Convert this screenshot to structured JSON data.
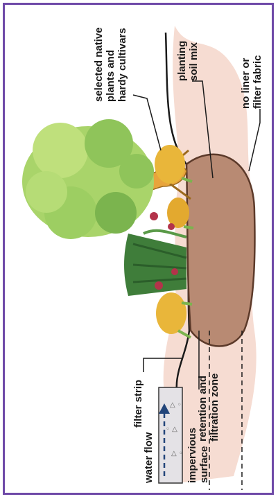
{
  "labels": {
    "water_flow": "water flow",
    "impervious_surface": [
      "impervious",
      "surface"
    ],
    "filter_strip": "filter strip",
    "retention_zone": [
      "retention and",
      "filtration zone"
    ],
    "selected_plants": [
      "selected native",
      "plants and",
      "hardy cultivars"
    ],
    "planting_soil": [
      "planting",
      "soil mix"
    ],
    "no_liner": [
      "no liner or",
      "filter fabric"
    ]
  },
  "colors": {
    "border": "#6f4aa8",
    "ground": "#f6dcd2",
    "soil": "#b88a73",
    "trunk": "#e8a43c",
    "foliage_light": "#a9d46a",
    "foliage_dark": "#3f7d3a",
    "shrub_yellow": "#e9b63a",
    "berry": "#b3334a",
    "arrow": "#22457a"
  },
  "icons": [
    "tree-icon",
    "shrub-icon",
    "flow-arrow-icon"
  ]
}
